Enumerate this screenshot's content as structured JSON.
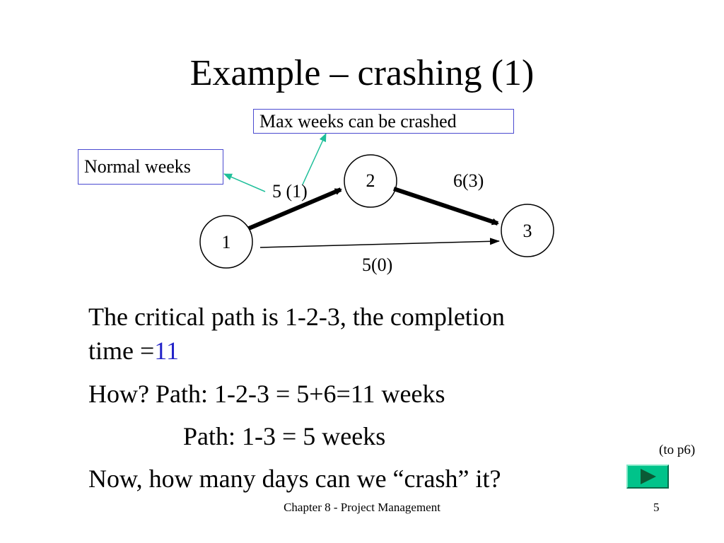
{
  "slide": {
    "title": "Example – crashing (1)",
    "callouts": {
      "max_weeks": "Max weeks can be crashed",
      "normal_weeks": "Normal weeks"
    },
    "network": {
      "nodes": [
        "1",
        "2",
        "3"
      ],
      "edges": [
        {
          "from": "1",
          "to": "2",
          "label": "5 (1)",
          "critical": true
        },
        {
          "from": "2",
          "to": "3",
          "label": "6(3)",
          "critical": true
        },
        {
          "from": "1",
          "to": "3",
          "label": "5(0)",
          "critical": false
        }
      ]
    },
    "body": {
      "line1": "The critical path is 1-2-3, the completion",
      "line2_prefix": "time =",
      "line2_value": "11",
      "line3": "How?  Path: 1-2-3 = 5+6=11 weeks",
      "line4": "Path: 1-3 = 5 weeks",
      "line5": "Now, how many days can we “crash” it?"
    },
    "nav": {
      "to_label": "(to p6)",
      "next_icon": "play-triangle-icon"
    },
    "footer": "Chapter 8 - Project Management",
    "page_number": "5",
    "colors": {
      "callout_border": "#4a4ad0",
      "leader_line": "#1fbf9a",
      "highlight_value": "#2424c8",
      "nav_button": "#00c38a",
      "nav_triangle": "#0b5a35"
    }
  }
}
